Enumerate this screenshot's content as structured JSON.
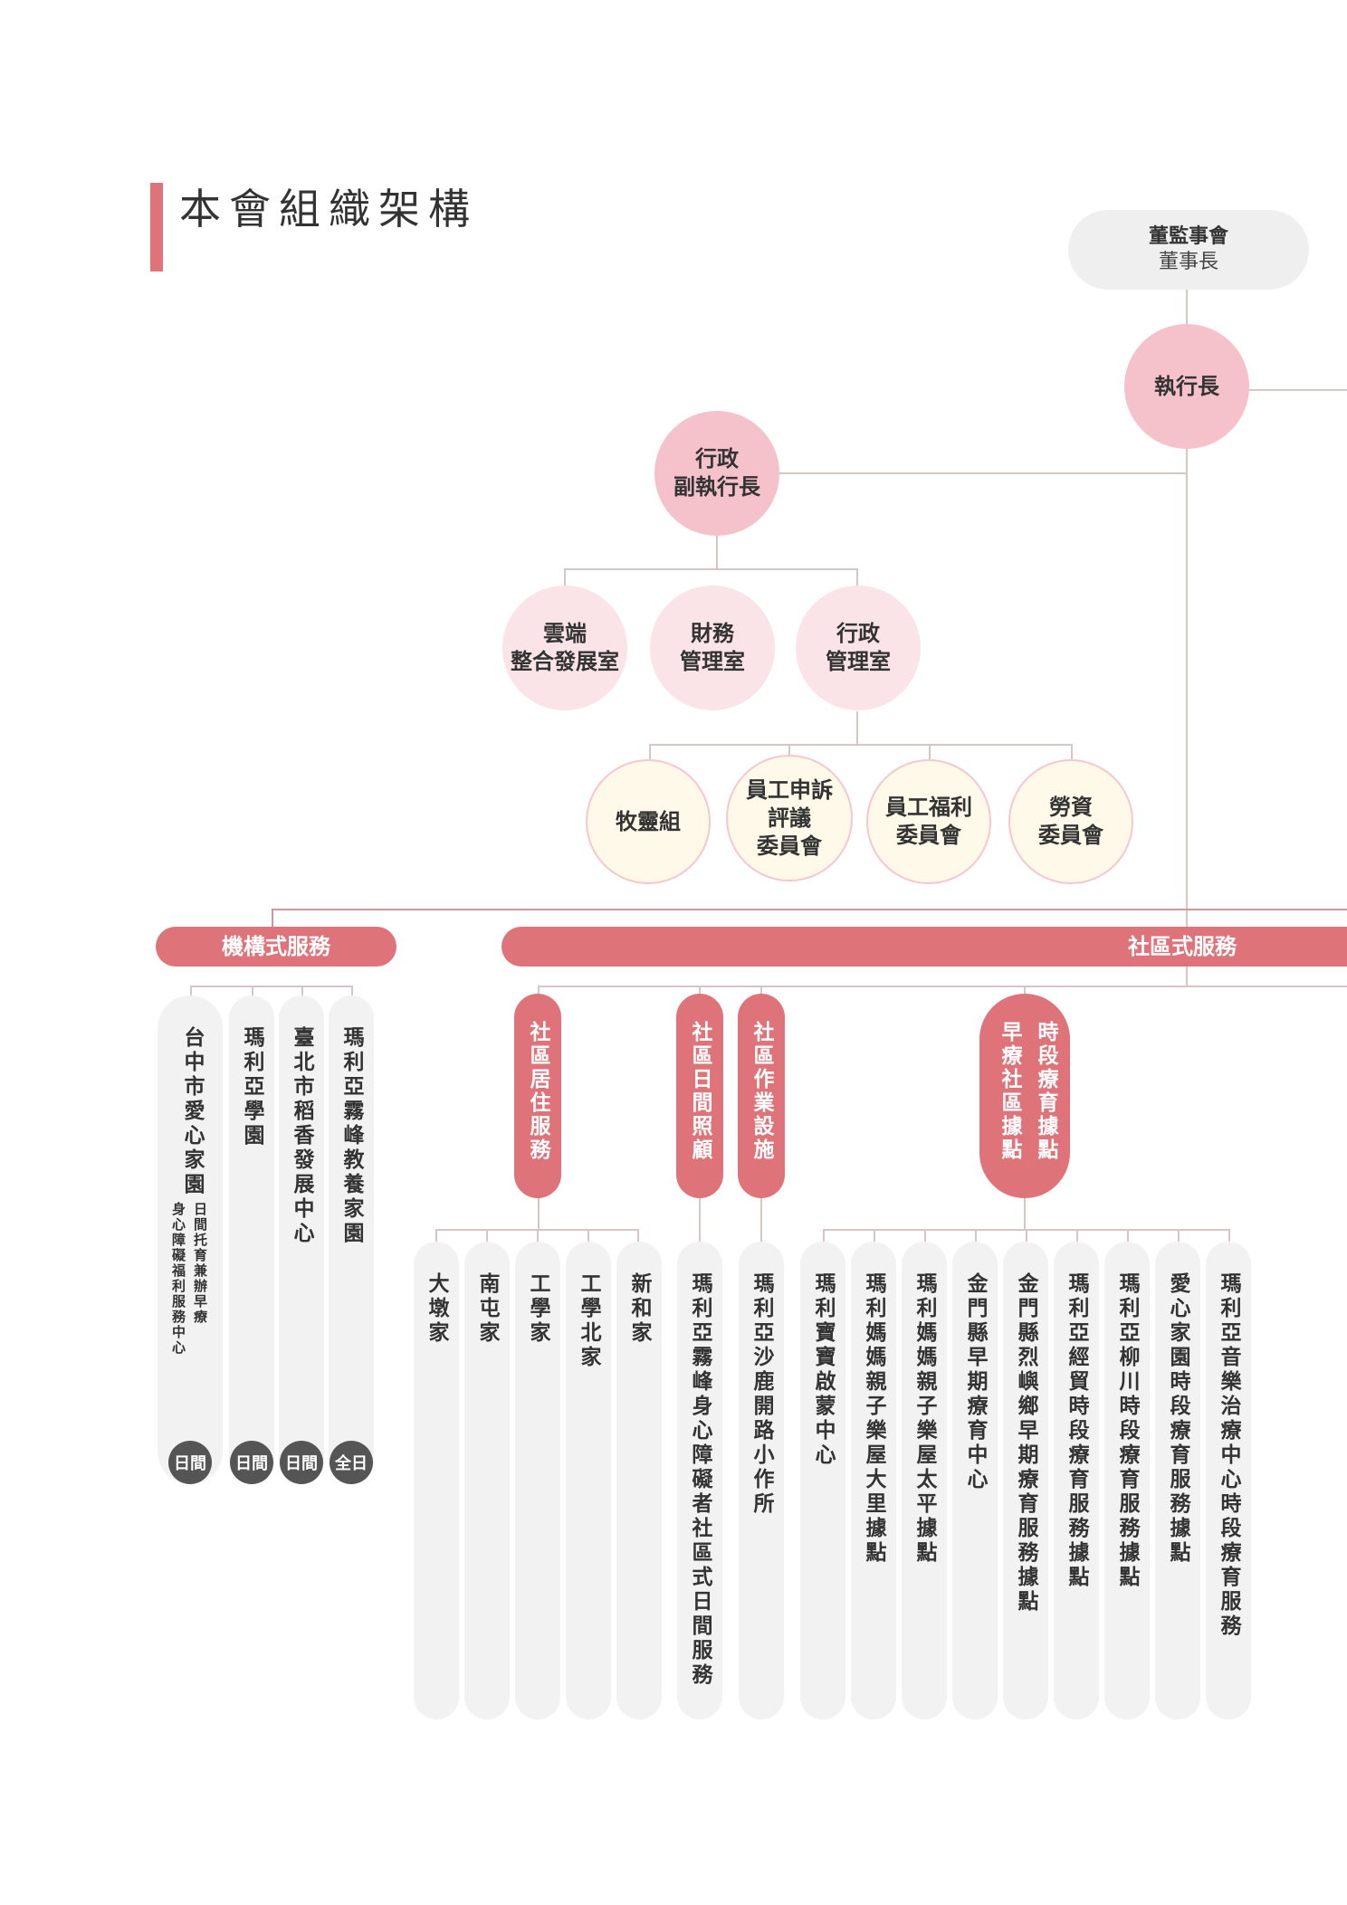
{
  "title": "本會組織架構",
  "board": {
    "line1": "董監事會",
    "line2": "董事長"
  },
  "ceo": "執行長",
  "deputy": {
    "line1": "行政",
    "line2": "副執行長"
  },
  "offices": [
    {
      "line1": "雲端",
      "line2": "整合發展室"
    },
    {
      "line1": "財務",
      "line2": "管理室"
    },
    {
      "line1": "行政",
      "line2": "管理室"
    }
  ],
  "committees": [
    {
      "lines": [
        "牧靈組"
      ]
    },
    {
      "lines": [
        "員工申訴",
        "評議",
        "委員會"
      ]
    },
    {
      "lines": [
        "員工福利",
        "委員會"
      ]
    },
    {
      "lines": [
        "勞資",
        "委員會"
      ]
    }
  ],
  "institutional": {
    "label": "機構式服務",
    "units": [
      {
        "name": "台中市愛心家園",
        "sub1": "日間托育兼辦早療",
        "sub2": "身心障礙福利服務中心",
        "badge": "日間"
      },
      {
        "name": "瑪利亞學園",
        "badge": "日間"
      },
      {
        "name": "臺北市稻香發展中心",
        "badge": "日間"
      },
      {
        "name": "瑪利亞霧峰教養家園",
        "badge": "全日"
      }
    ]
  },
  "community": {
    "label": "社區式服務",
    "groups": [
      {
        "label": "社區居住服務",
        "units": [
          "大墩家",
          "南屯家",
          "工學家",
          "工學北家",
          "新和家"
        ]
      },
      {
        "label": "社區日間照顧",
        "units": [
          "瑪利亞霧峰身心障礙者社區式日間服務"
        ]
      },
      {
        "label": "社區作業設施",
        "units": [
          "瑪利亞沙鹿開路小作所"
        ]
      },
      {
        "label_col1": "時段療育據點",
        "label_col2": "早療社區據點",
        "units": [
          "瑪利寶寶啟蒙中心",
          "瑪利媽媽親子樂屋大里據點",
          "瑪利媽媽親子樂屋太平據點",
          "金門縣早期療育中心",
          "金門縣烈嶼鄉早期療育服務據點",
          "瑪利亞經貿時段療育服務據點",
          "瑪利亞柳川時段療育服務據點",
          "愛心家園時段療育服務據點",
          "瑪利亞音樂治療中心時段療育服務"
        ]
      }
    ]
  }
}
